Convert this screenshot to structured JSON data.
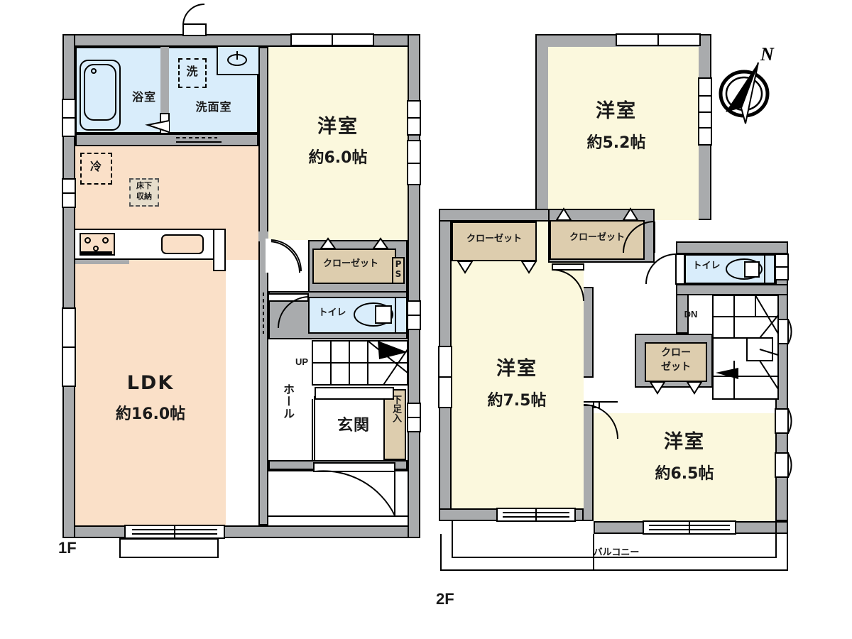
{
  "floors": [
    {
      "id": "1F",
      "label": "1F",
      "rooms": [
        {
          "name": "浴室",
          "area": null
        },
        {
          "name": "洗面室",
          "area": null
        },
        {
          "name": "洗",
          "area": null
        },
        {
          "name": "冷",
          "area": null
        },
        {
          "name": "床下収納",
          "area": null
        },
        {
          "name": "LDK",
          "area": "約16.0帖"
        },
        {
          "name": "洋室",
          "area": "約6.0帖"
        },
        {
          "name": "クローゼット",
          "area": null
        },
        {
          "name": "PS",
          "area": null
        },
        {
          "name": "トイレ",
          "area": null
        },
        {
          "name": "ホール",
          "area": null
        },
        {
          "name": "玄関",
          "area": null
        },
        {
          "name": "下足入",
          "area": null
        },
        {
          "name": "UP",
          "area": null
        }
      ]
    },
    {
      "id": "2F",
      "label": "2F",
      "rooms": [
        {
          "name": "洋室",
          "area": "約5.2帖"
        },
        {
          "name": "クローゼット",
          "area": null
        },
        {
          "name": "クローゼット",
          "area": null
        },
        {
          "name": "洋室",
          "area": "約7.5帖"
        },
        {
          "name": "トイレ",
          "area": null
        },
        {
          "name": "DN",
          "area": null
        },
        {
          "name": "クローゼット",
          "area": null
        },
        {
          "name": "洋室",
          "area": "約6.5帖"
        },
        {
          "name": "バルコニー",
          "area": null
        }
      ]
    }
  ],
  "f1": {
    "floor_label": "1F",
    "bath": "浴室",
    "washroom": "洗面室",
    "washer": "洗",
    "fridge": "冷",
    "underfloor_line1": "床下",
    "underfloor_line2": "収納",
    "ldk": "LDK",
    "ldk_area": "約16.0帖",
    "bedroom": "洋室",
    "bedroom_area": "約6.0帖",
    "closet": "クローゼット",
    "ps_line1": "P",
    "ps_line2": "S",
    "toilet": "トイレ",
    "hall": "ホール",
    "entrance": "玄関",
    "shoe_box": "下足入",
    "stairs_up": "UP"
  },
  "f2": {
    "floor_label": "2F",
    "bedroom_a": "洋室",
    "bedroom_a_area": "約5.2帖",
    "closet_left": "クローゼット",
    "closet_mid": "クローゼット",
    "bedroom_b": "洋室",
    "bedroom_b_area": "約7.5帖",
    "toilet": "トイレ",
    "stairs_dn": "DN",
    "closet_small_line1": "クロー",
    "closet_small_line2": "ゼット",
    "bedroom_c": "洋室",
    "bedroom_c_area": "約6.5帖",
    "balcony": "バルコニー"
  },
  "compass": {
    "north_label": "N",
    "name": "compass-rose"
  },
  "colors": {
    "wall": "#a9abad",
    "ldk_floor": "#fae0c8",
    "bedroom_floor": "#fbf8dd",
    "water_floor": "#d9edfb",
    "closet_floor": "#ddcdae",
    "outline": "#000000",
    "background": "#ffffff"
  }
}
